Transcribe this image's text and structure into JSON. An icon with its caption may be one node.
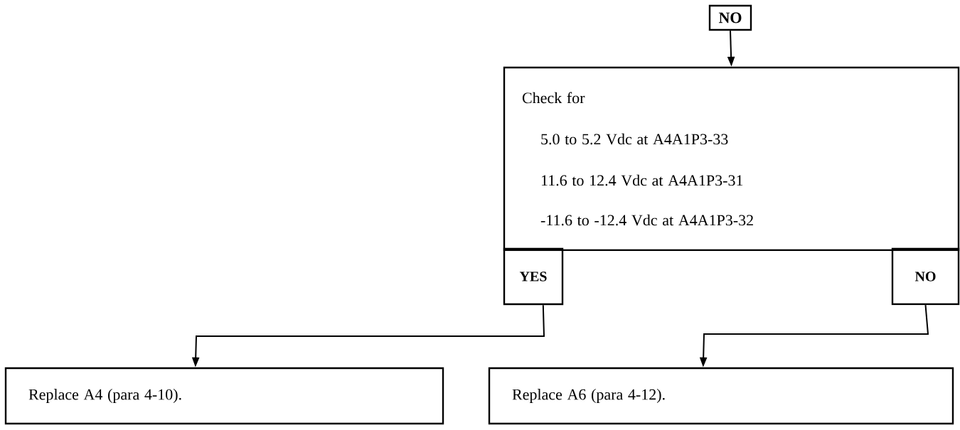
{
  "diagram": {
    "nodes": [
      {
        "text": [
          "NO"
        ]
      },
      {
        "text": [
          "Check for",
          "5.0 to 5.2 Vdc at A4A1P3-33",
          "11.6 to 12.4 Vdc at A4A1P3-31",
          "-11.6 to -12.4 Vdc at A4A1P3-32"
        ]
      },
      {
        "text": [
          "YES"
        ]
      },
      {
        "text": [
          "NO"
        ]
      },
      {
        "text": [
          "Replace A4 (para 4-10)."
        ]
      },
      {
        "text": [
          "Replace A6 (para 4-12)."
        ]
      }
    ],
    "edges": [
      {
        "from": 0,
        "to": 1,
        "arrow": "to"
      },
      {
        "from": 2,
        "to": 4,
        "arrow": "to"
      },
      {
        "from": 3,
        "to": 5,
        "arrow": "to"
      }
    ]
  }
}
